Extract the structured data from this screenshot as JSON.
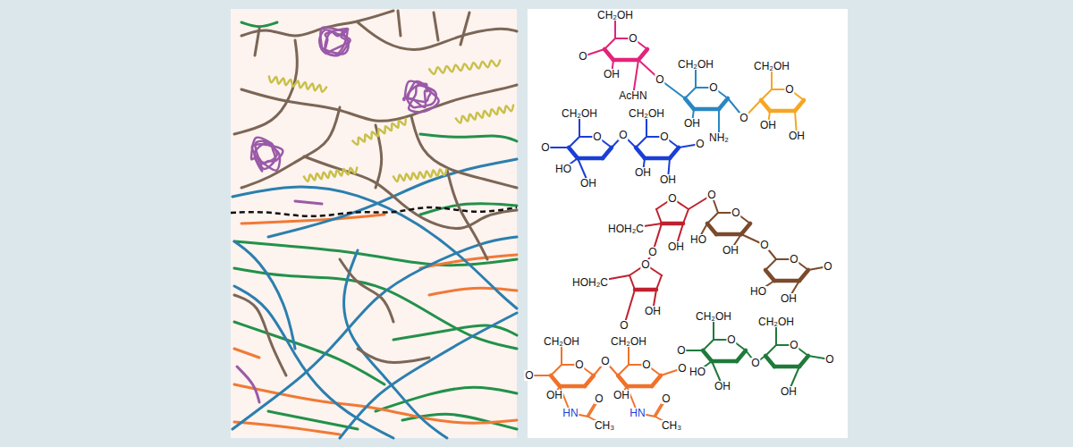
{
  "diagram": {
    "labels": [
      "CH₂OH",
      "O",
      "O",
      "OH",
      "AcHN",
      "O",
      "CH₂OH",
      "O",
      "OH",
      "NH₂",
      "O",
      "CH₂OH",
      "O",
      "OH",
      "OH",
      "CH₂OH",
      "O",
      "O",
      "HO",
      "OH",
      "O",
      "CH₂OH",
      "O",
      "OH",
      "OH",
      "O",
      "O",
      "HOH₂C",
      "OH",
      "O",
      "O",
      "O",
      "HOH₂C",
      "OH",
      "O",
      "O",
      "HO",
      "OH",
      "O",
      "O",
      "HO",
      "OH",
      "O",
      "CH₂OH",
      "O",
      "O",
      "HO",
      "OH",
      "O",
      "CH₂OH",
      "O",
      "OH",
      "O",
      "CH₂OH",
      "O",
      "O",
      "OH",
      "HN",
      "O",
      "CH₃",
      "O",
      "CH₂OH",
      "O",
      "OH",
      "HN",
      "O",
      "CH₃",
      "O"
    ]
  }
}
